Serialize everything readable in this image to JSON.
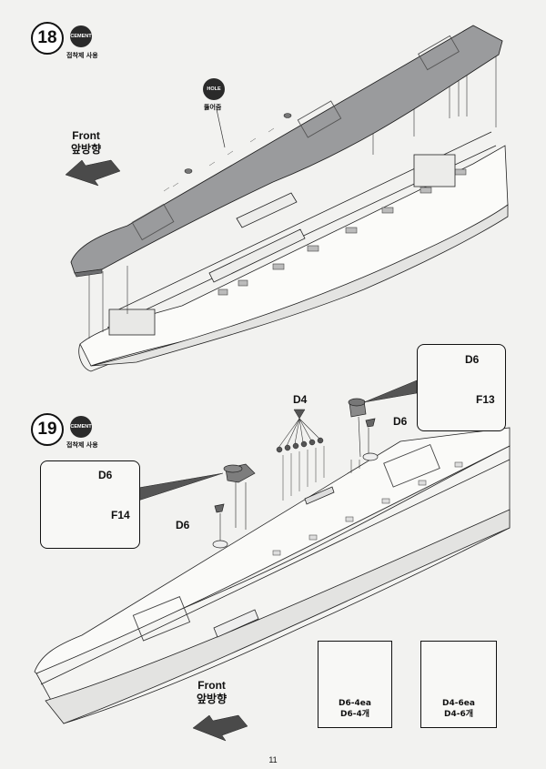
{
  "page_number": "11",
  "step18": {
    "number": "18",
    "cement_badge": "CEMENT",
    "cement_caption": "접착제 사용",
    "hole_badge": "HOLE",
    "hole_caption": "뚫어줌",
    "front_en": "Front",
    "front_ko": "앞방향"
  },
  "step19": {
    "number": "19",
    "cement_badge": "CEMENT",
    "cement_caption": "접착제 사용",
    "front_en": "Front",
    "front_ko": "앞방향",
    "labels": {
      "d4": "D4",
      "d6_top_detail": "D6",
      "f13": "F13",
      "d6_right": "D6",
      "d6_left_detail": "D6",
      "f14": "F14",
      "d6_left": "D6"
    },
    "parts_box_1": {
      "line1": "D6-4ea",
      "line2": "D6-4개"
    },
    "parts_box_2": {
      "line1": "D4-6ea",
      "line2": "D4-6개"
    }
  }
}
